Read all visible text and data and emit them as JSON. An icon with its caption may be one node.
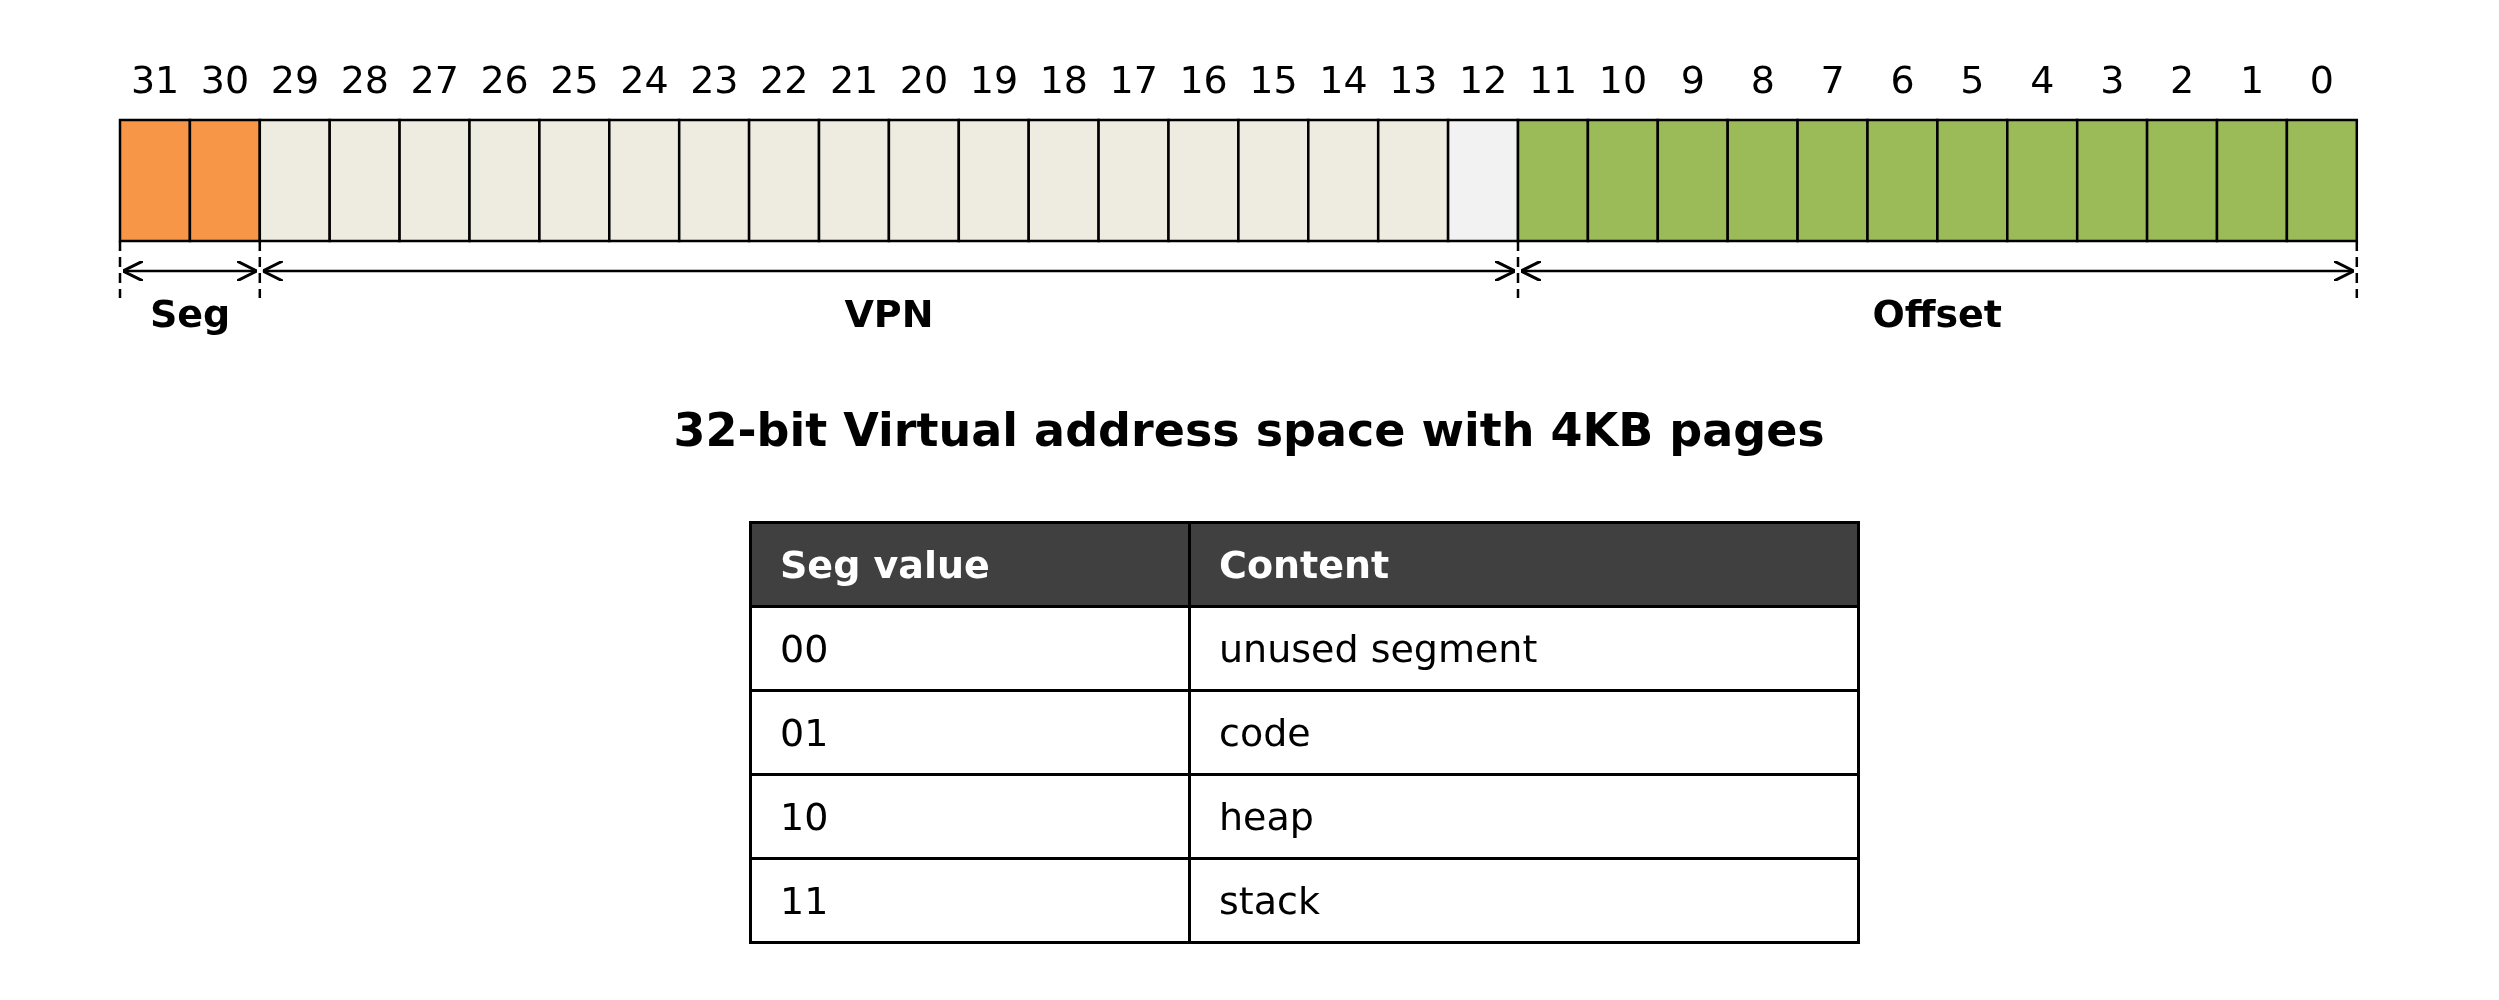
{
  "diagram": {
    "title": "32-bit Virtual address space with 4KB pages",
    "labels": [
      "31",
      "30",
      "29",
      "28",
      "27",
      "26",
      "25",
      "24",
      "23",
      "22",
      "21",
      "20",
      "19",
      "18",
      "17",
      "16",
      "15",
      "14",
      "13",
      "12",
      "11",
      "10",
      "9",
      "8",
      "7",
      "6",
      "5",
      "4",
      "3",
      "2",
      "1",
      "0",
      "Seg",
      "VPN",
      "Offset",
      "Seg value",
      "Content",
      "00",
      "unused segment",
      "01",
      "code",
      "10",
      "heap",
      "11",
      "stack"
    ]
  }
}
